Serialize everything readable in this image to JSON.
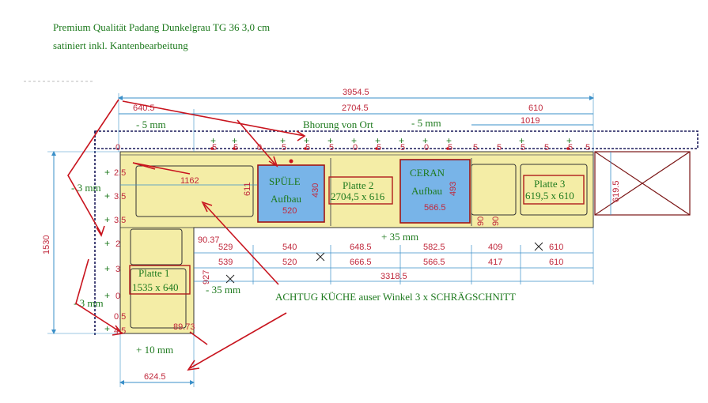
{
  "header": {
    "line1": "Premium Qualität Padang Dunkelgrau TG 36 3,0 cm",
    "line2": "satiniert inkl. Kantenbearbeitung"
  },
  "colors": {
    "dim_red": "#c0283c",
    "dim_blue": "#3a8fc8",
    "note_green": "#1e7a1e",
    "counter_fill": "#f4eda6",
    "sink_fill": "#78b4e8",
    "arrow_red": "#c8141e",
    "label_box": "#b01c1c",
    "dashed_dark": "#1a1a5a"
  },
  "notes": {
    "bohrung": "Bhorung von Ort",
    "achtung": "ACHTUG KÜCHE auser Winkel 3 x SCHRÄGSCHNITT",
    "plus_35_right": "+ 35 mm",
    "minus_35_left": "- 35 mm",
    "plus_10": "+ 10 mm",
    "minus_5_left": "- 5 mm",
    "minus_5_right": "- 5 mm",
    "minus_3_top": "- 3 mm",
    "minus_3_bottom": "- 3 mm"
  },
  "plates": {
    "platte1": {
      "name": "Platte 1",
      "size": "1535 x 640"
    },
    "platte2": {
      "name": "Platte 2",
      "size": "2704,5 x 616"
    },
    "platte3": {
      "name": "Platte 3",
      "size": "619,5 x 610"
    }
  },
  "sinks": {
    "spuele": {
      "line1": "SPÜLE",
      "line2": "Aufbau",
      "width": "520",
      "height": "430"
    },
    "ceran": {
      "line1": "CERAN",
      "line2": "Aufbau",
      "width": "566.5",
      "height": "493"
    }
  },
  "dims": {
    "total_top": "3954.5",
    "left_640": "640.5",
    "mid_2704": "2704.5",
    "right_610": "610",
    "d_1019": "1019",
    "height_1530": "1530",
    "d_1162": "1162",
    "d_611": "611",
    "d_619_5": "619.5",
    "angle_90_37": "90.37",
    "angle_89_73": "89.73",
    "d_927": "927",
    "bottom_624": "624.5",
    "total_3318": "3318.5",
    "row1": [
      "529",
      "540",
      "648.5",
      "582.5",
      "409",
      "610"
    ],
    "row2": [
      "539",
      "520",
      "666.5",
      "566.5",
      "417",
      "610"
    ]
  },
  "small_marks": {
    "top_five": "5",
    "top_zero": "0",
    "side_2_5": "2.5",
    "side_3_5": "3.5",
    "side_2": "2",
    "side_0_5": "0.5",
    "side_4_5": "4.5",
    "side_3": "3",
    "side_0": "0",
    "bottom_90": "90"
  },
  "icons": [
    "plus-marker-icon",
    "cross-marker-icon",
    "red-arrow-icon",
    "red-dot-icon"
  ]
}
